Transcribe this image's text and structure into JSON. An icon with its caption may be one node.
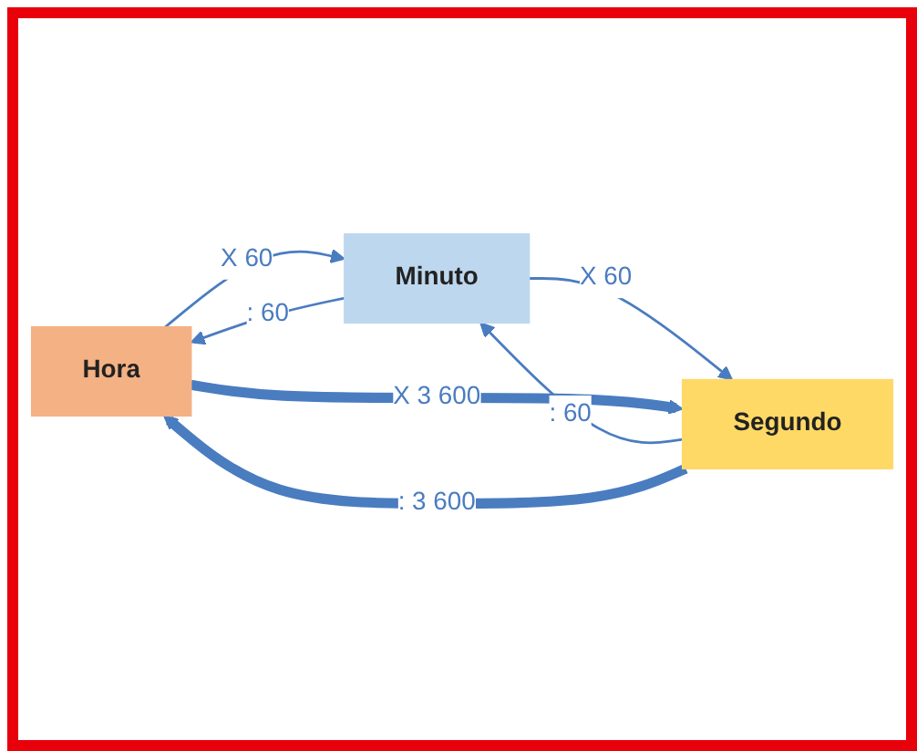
{
  "diagram": {
    "nodes": [
      {
        "text": [
          "Hora"
        ]
      },
      {
        "text": [
          "Minuto"
        ]
      },
      {
        "text": [
          "Segundo"
        ]
      }
    ],
    "edges": [
      {
        "from": 1,
        "to": 0,
        "arrow": "to",
        "label": ": 60"
      },
      {
        "from": 2,
        "to": 1,
        "arrow": "to",
        "label": ": 60"
      },
      {
        "from": 0,
        "to": 1,
        "arrow": "to",
        "label": "X 60"
      },
      {
        "from": 1,
        "to": 2,
        "arrow": "to",
        "label": "X 60"
      },
      {
        "from": 2,
        "to": 0,
        "arrow": "to",
        "label": ": 3 600",
        "style": "thick"
      },
      {
        "from": 0,
        "to": 2,
        "arrow": "to",
        "label": "X 3 600",
        "style": "thick"
      }
    ]
  }
}
